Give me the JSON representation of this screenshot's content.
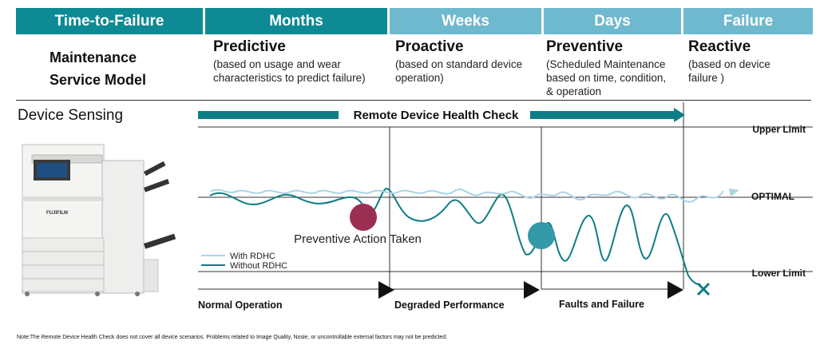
{
  "header": {
    "ttf": "Time-to-Failure",
    "months": "Months",
    "weeks": "Weeks",
    "days": "Days",
    "failure": "Failure"
  },
  "model_label_1": "Maintenance",
  "model_label_2": "Service Model",
  "columns": [
    {
      "title": "Predictive",
      "desc_1": "(based on usage and wear",
      "desc_2": "characteristics to predict failure)",
      "desc_3": ""
    },
    {
      "title": "Proactive",
      "desc_1": "(based on standard device",
      "desc_2": "operation)",
      "desc_3": ""
    },
    {
      "title": "Preventive",
      "desc_1": "(Scheduled Maintenance",
      "desc_2": "based on time, condition,",
      "desc_3": "& operation"
    },
    {
      "title": "Reactive",
      "desc_1": "(based on device",
      "desc_2": "failure )",
      "desc_3": ""
    }
  ],
  "device_sensing": "Device Sensing",
  "rdhc_banner": "Remote Device Health Check",
  "limits": {
    "upper": "Upper Limit",
    "optimal": "OPTIMAL",
    "lower": "Lower Limit"
  },
  "legend": {
    "with": "With RDHC",
    "without": "Without RDHC"
  },
  "annotation": "Preventive Action Taken",
  "phases": {
    "normal": "Normal Operation",
    "degraded": "Degraded Performance",
    "faults": "Faults and Failure"
  },
  "brand_on_device": "FUJIFILM",
  "note": "Note:The Remote Device Health Check does not cover all device scenarios. Problems related to Image Quality, Nosie, or uncontrollable external factors may not be predicted.",
  "colors": {
    "teal": "#0d7d86",
    "light_teal": "#6fb9cf",
    "light_line": "#a9d4e4",
    "maroon": "#9b2f52",
    "dot_teal": "#3499a8"
  }
}
